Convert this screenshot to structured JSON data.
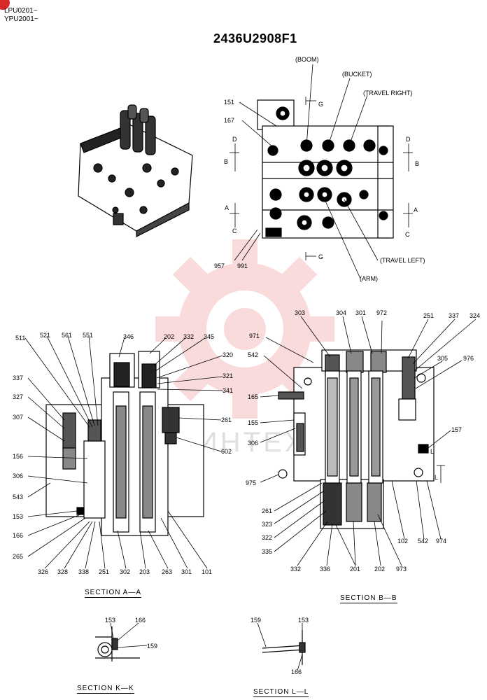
{
  "header": {
    "line1": "LPU0201~",
    "line2": "YPU2001~"
  },
  "title": "2436U2908F1",
  "top_view": {
    "callouts": {
      "boom": "(BOOM)",
      "bucket": "(BUCKET)",
      "travel_right": "(TRAVEL RIGHT)",
      "travel_left": "(TRAVEL LEFT)",
      "arm": "(ARM)"
    },
    "labels": {
      "l151": "151",
      "l167": "167",
      "d_left": "D",
      "b_left": "B",
      "a_left": "A",
      "c_left": "C",
      "d_right": "D",
      "b_right": "B",
      "a_right": "A",
      "c_right": "C",
      "g_top": "G",
      "g_bottom": "G",
      "l957": "957",
      "l991": "991"
    }
  },
  "section_aa": {
    "title": "SECTION A—A",
    "labels": [
      "511",
      "521",
      "561",
      "551",
      "346",
      "202",
      "332",
      "345",
      "320",
      "321",
      "341",
      "261",
      "602",
      "337",
      "327",
      "307",
      "156",
      "306",
      "543",
      "153",
      "166",
      "265",
      "326",
      "328",
      "338",
      "251",
      "302",
      "203",
      "263",
      "301",
      "101"
    ]
  },
  "section_bb": {
    "title": "SECTION B—B",
    "labels": [
      "303",
      "304",
      "301",
      "972",
      "251",
      "337",
      "324",
      "971",
      "542",
      "305",
      "976",
      "165",
      "155",
      "157",
      "306",
      "975",
      "261",
      "323",
      "322",
      "335",
      "332",
      "336",
      "201",
      "202",
      "973",
      "102",
      "542",
      "974",
      "L",
      "L"
    ]
  },
  "section_kk": {
    "title": "SECTION K—K",
    "labels": [
      "153",
      "166",
      "159"
    ]
  },
  "section_ll": {
    "title": "SECTION L—L",
    "labels": [
      "159",
      "153",
      "166"
    ]
  },
  "watermark": "ИНТЕХ"
}
